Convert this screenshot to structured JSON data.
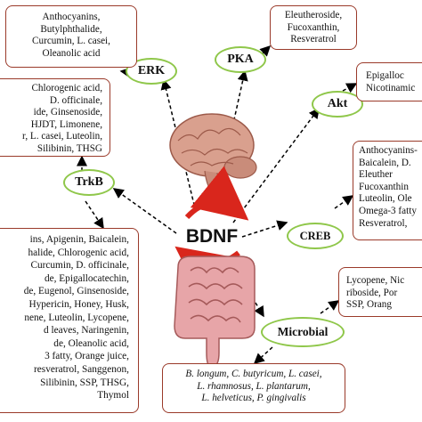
{
  "colors": {
    "box_border": "#9a3a2a",
    "node_border": "#8fc74a",
    "center_arrows": "#d9261c",
    "dashed_links": "#000000"
  },
  "center": {
    "label": "BDNF"
  },
  "nodes": {
    "erk": "ERK",
    "pka": "PKA",
    "akt": "Akt",
    "trkb": "TrkB",
    "creb": "CREB",
    "microbial": "Microbial"
  },
  "boxes": {
    "erk": [
      "Anthocyanins,",
      "Butylphthalide,",
      "Curcumin, L. casei,",
      "Oleanolic acid"
    ],
    "pka": [
      "Eleutheroside,",
      "Fucoxanthin,",
      "Resveratrol"
    ],
    "akt": [
      "Epigalloc",
      "Nicotinamic"
    ],
    "trkb_top": [
      "Chlorogenic acid,",
      "D. officinale,",
      "ide, Ginsenoside,",
      "HJDT, Limonene,",
      "r, L. casei, Luteolin,",
      "Silibinin, THSG"
    ],
    "creb": [
      "Anthocyanins-",
      "Baicalein, D.",
      "Eleuther",
      "Fucoxanthin",
      "Luteolin, Ole",
      "Omega-3 fatty",
      "Resveratrol,"
    ],
    "trkb_bottom": [
      "ins, Apigenin, Baicalein,",
      "halide, Chlorogenic acid,",
      "Curcumin, D. officinale,",
      "de, Epigallocatechin,",
      "de, Eugenol, Ginsenoside,",
      "Hypericin, Honey, Husk,",
      "nene, Luteolin, Lycopene,",
      "d leaves, Naringenin,",
      "de, Oleanolic acid,",
      "3 fatty, Orange juice,",
      "resveratrol, Sanggenon,",
      "Silibinin, SSP, THSG,",
      "Thymol"
    ],
    "microbial_right": [
      "Lycopene, Nic",
      "riboside, Por",
      "SSP, Orang"
    ],
    "microbial_bottom": [
      "B. longum, C. butyricum, L. casei,",
      "L. rhamnosus, L. plantarum,",
      "L. helveticus, P. gingivalis"
    ]
  }
}
